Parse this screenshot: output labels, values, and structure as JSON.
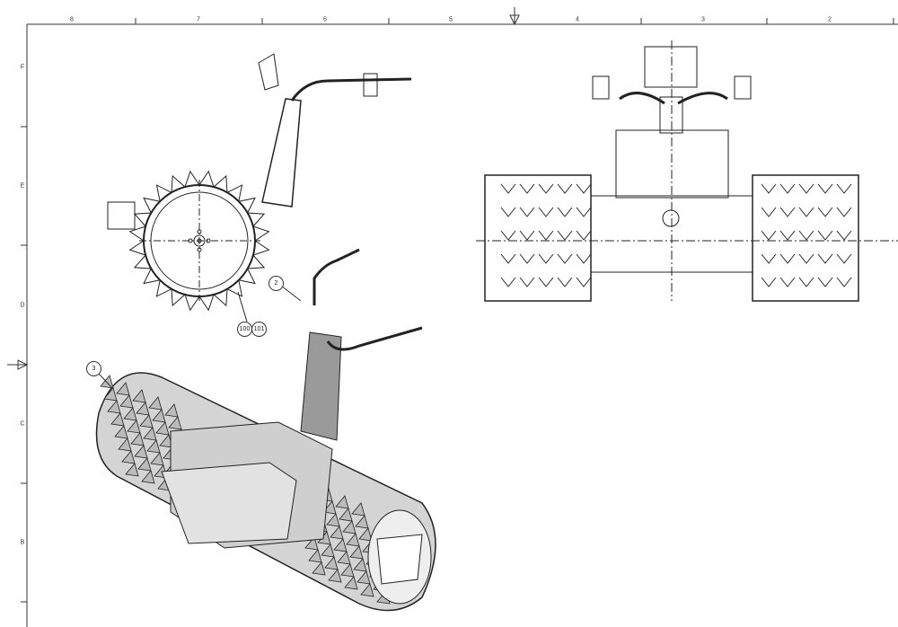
{
  "ruler": {
    "columns": [
      "8",
      "7",
      "6",
      "5",
      "4",
      "3",
      "2"
    ],
    "rows": [
      "F",
      "E",
      "D",
      "C",
      "B"
    ]
  },
  "balloons": {
    "b2": "2",
    "b3": "3",
    "b100": "100",
    "b101": "101"
  },
  "colors": {
    "line": "#222222",
    "fill": "#c9c9c9"
  }
}
